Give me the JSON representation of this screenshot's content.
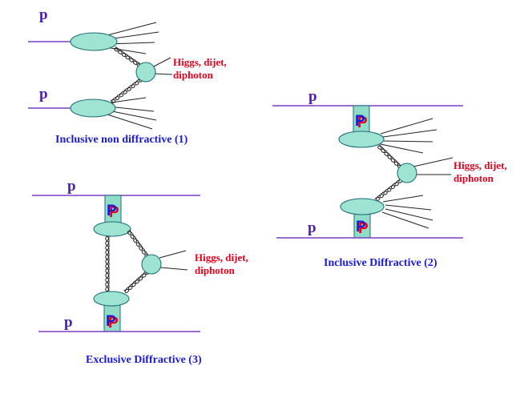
{
  "labels": {
    "proton": "p",
    "pomeron": "P",
    "production": [
      "Higgs, dijet,",
      "diphoton"
    ]
  },
  "diagrams": {
    "inclusive_non_diffractive": {
      "caption": "Inclusive non diffractive (1)"
    },
    "inclusive_diffractive": {
      "caption": "Inclusive Diffractive (2)"
    },
    "exclusive_diffractive": {
      "caption": "Exclusive Diffractive (3)"
    }
  },
  "colors": {
    "beam": "#7a3fc4",
    "proton_label": "#4b1fb0",
    "production_label": "#e8001c",
    "caption": "#1a1ad8",
    "blob_fill": "#9fe3d3",
    "pomeron_fill": "#8fdcc8"
  }
}
